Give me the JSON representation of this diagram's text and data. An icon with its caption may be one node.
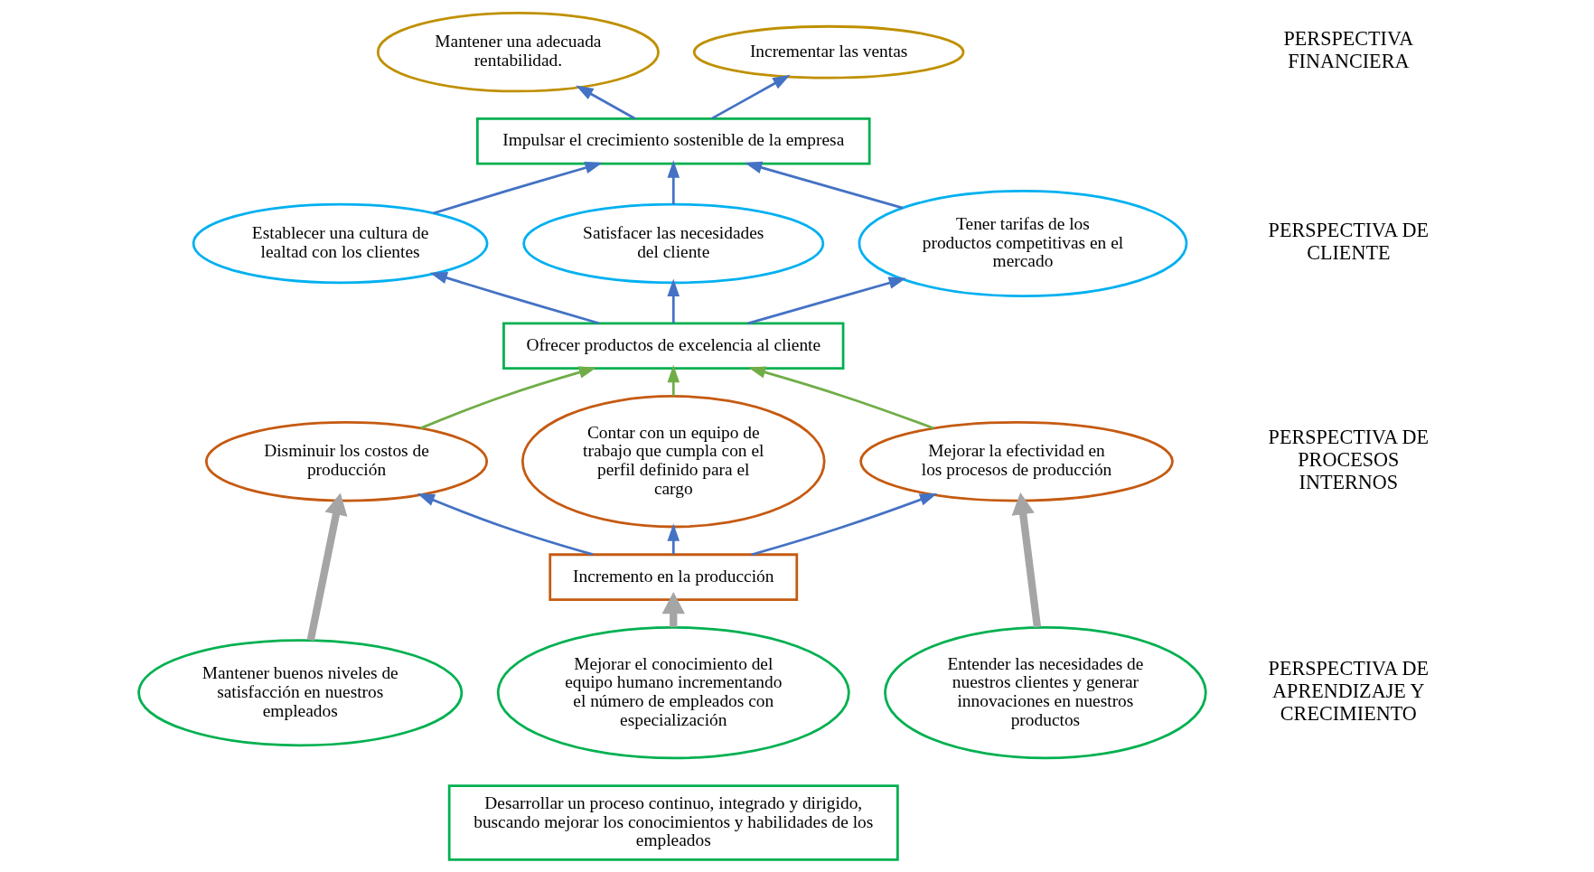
{
  "diagram": {
    "nodes": [
      {
        "text": [
          "Mantener una adecuada rentabilidad."
        ]
      },
      {
        "text": [
          "Incrementar las ventas"
        ]
      },
      {
        "text": [
          "Impulsar el crecimiento sostenible de la empresa"
        ]
      },
      {
        "text": [
          "Establecer una cultura de lealtad con los clientes"
        ]
      },
      {
        "text": [
          "Satisfacer las necesidades del cliente"
        ]
      },
      {
        "text": [
          "Tener tarifas de los productos competitivas en el mercado"
        ]
      },
      {
        "text": [
          "Ofrecer productos de excelencia al cliente"
        ]
      },
      {
        "text": [
          "Mejorar la efectividad en los procesos de producción"
        ]
      },
      {
        "text": [
          "Contar con un equipo de trabajo que cumpla con el perfil definido para el cargo"
        ]
      },
      {
        "text": [
          "Disminuir los costos de producción"
        ]
      },
      {
        "text": [
          "Incremento en la producción"
        ]
      },
      {
        "text": [
          "Entender las necesidades de nuestros clientes y generar innovaciones en nuestros productos"
        ]
      },
      {
        "text": [
          "Mejorar el conocimiento del equipo humano incrementando el número de empleados con especialización"
        ]
      },
      {
        "text": [
          "Mantener buenos niveles de satisfacción en nuestros empleados"
        ]
      },
      {
        "text": [
          "Desarrollar un proceso continuo, integrado y dirigido, buscando mejorar los conocimientos y habilidades de los empleados"
        ]
      }
    ],
    "edges": [
      {
        "from": 2,
        "to": 0,
        "arrow": "to"
      },
      {
        "from": 3,
        "to": 2,
        "arrow": "to"
      },
      {
        "from": 2,
        "to": 1,
        "arrow": "to"
      },
      {
        "from": 5,
        "to": 2,
        "arrow": "to"
      },
      {
        "from": 4,
        "to": 2,
        "arrow": "to"
      },
      {
        "from": 6,
        "to": 4,
        "arrow": "to"
      },
      {
        "from": 6,
        "to": 3,
        "arrow": "to"
      },
      {
        "from": 6,
        "to": 5,
        "arrow": "to"
      },
      {
        "from": 7,
        "to": 6,
        "arrow": "to",
        "color": "#70ad47"
      },
      {
        "from": 8,
        "to": 6,
        "arrow": "to",
        "color": "#70ad47"
      },
      {
        "from": 9,
        "to": 6,
        "arrow": "to",
        "color": "#70ad47"
      },
      {
        "from": 10,
        "to": 7,
        "arrow": "to"
      },
      {
        "from": 10,
        "to": 8,
        "arrow": "to"
      },
      {
        "from": 10,
        "to": 9,
        "arrow": "to"
      },
      {
        "from": 11,
        "to": 7,
        "arrow": "to",
        "style": "thick",
        "color": "#a5a5a5"
      },
      {
        "from": 12,
        "to": 10,
        "arrow": "to",
        "style": "thick",
        "color": "#a5a5a5"
      },
      {
        "from": 13,
        "to": 9,
        "arrow": "to",
        "style": "thick",
        "color": "#a5a5a5"
      }
    ],
    "labels": [
      "PERSPECTIVA FINANCIERA",
      "PERSPECTIVA DE CLIENTE",
      "PERSPECTIVA DE PROCESOS INTERNOS",
      "PERSPECTIVA DE APRENDIZAJE Y CRECIMIENTO"
    ]
  }
}
